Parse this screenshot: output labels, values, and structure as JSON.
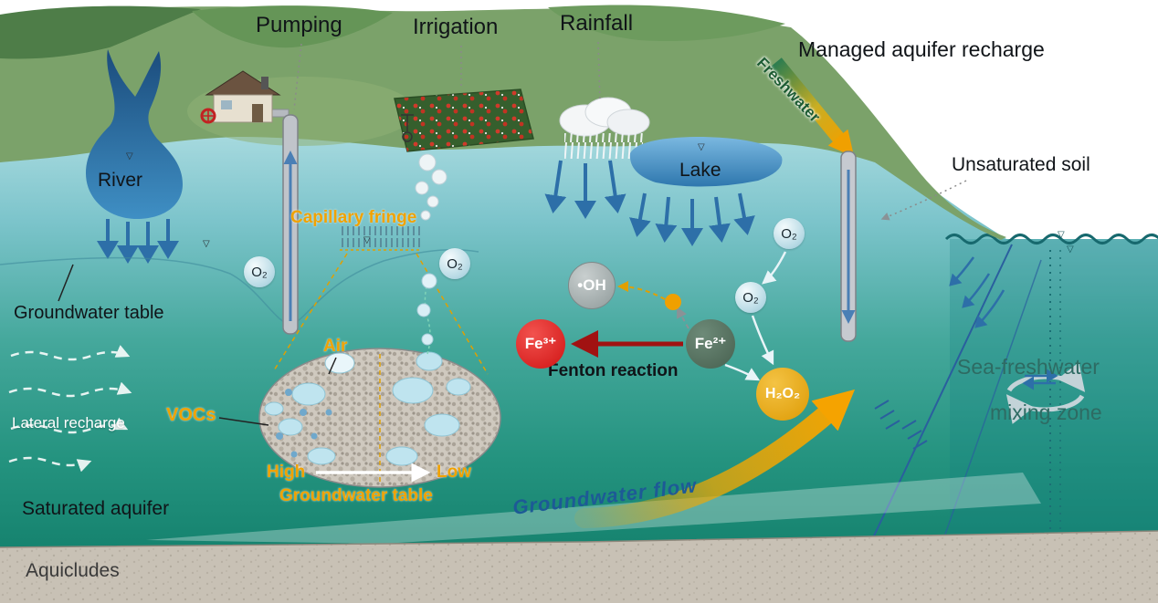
{
  "top": {
    "pumping": "Pumping",
    "irrigation": "Irrigation",
    "rainfall": "Rainfall",
    "managed_aquifer_recharge": "Managed aquifer recharge",
    "freshwater": "Freshwater",
    "unsaturated_soil": "Unsaturated soil"
  },
  "left": {
    "river": "River",
    "groundwater_table": "Groundwater table",
    "lateral_recharge": "Lateral recharge",
    "saturated_aquifer": "Saturated aquifer",
    "aquicludes": "Aquicludes"
  },
  "center": {
    "capillary_fringe": "Capillary fringe",
    "air": "Air",
    "vocs": "VOCs",
    "high": "High",
    "low": "Low",
    "groundwater_table_inset": "Groundwater table",
    "groundwater_flow": "Groundwater  flow",
    "fenton_reaction": "Fenton reaction"
  },
  "right": {
    "lake": "Lake",
    "sea_freshwater": "Sea-freshwater",
    "mixing_zone": "mixing zone"
  },
  "chemistry": {
    "o2": "O₂",
    "oh_radical": "•OH",
    "fe3": "Fe³⁺",
    "fe2": "Fe²⁺",
    "h2o2": "H₂O₂"
  },
  "symbols": {
    "water_table": "▽"
  },
  "colors": {
    "accent_orange": "#F0A202",
    "fe3_red": "#E02020",
    "fe2_green": "#52705F",
    "oh_gray": "#9AA4A4",
    "h2o2_yellow": "#E8A70C",
    "flow_blue": "#1D5A96",
    "sea_text": "#2E6B63"
  }
}
